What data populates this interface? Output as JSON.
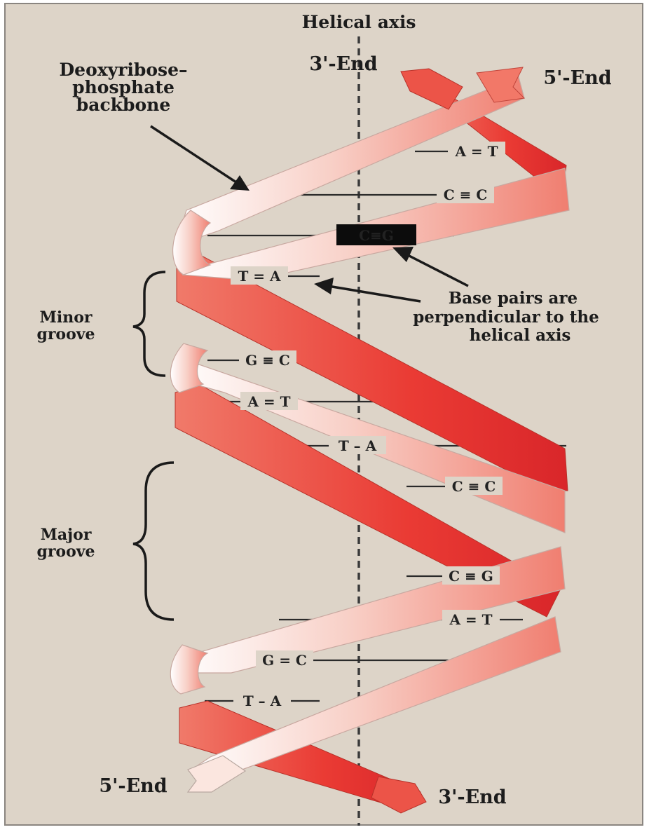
{
  "labels": {
    "helical_axis": "Helical axis",
    "three_prime_end_top": "3'-End",
    "five_prime_end_top": "5'-End",
    "five_prime_end_bottom": "5'-End",
    "three_prime_end_bottom": "3'-End",
    "backbone": [
      "Deoxyribose–",
      "phosphate",
      "backbone"
    ],
    "minor_groove": [
      "Minor",
      "groove"
    ],
    "major_groove": [
      "Major",
      "groove"
    ],
    "base_pairs_note": [
      "Base pairs are",
      "perpendicular to the",
      "helical axis"
    ]
  },
  "base_pairs": [
    "A = T",
    "C ≡ C",
    "C≡G",
    "T = A",
    "G ≡ C",
    "A = T",
    "T – A",
    "C ≡ C",
    "C ≡ G",
    "A = T",
    "G = C",
    "T – A"
  ],
  "colors": {
    "background": "#ddd4c8",
    "strand_dark": "#e8453a",
    "strand_light": "#fbe2dc"
  }
}
